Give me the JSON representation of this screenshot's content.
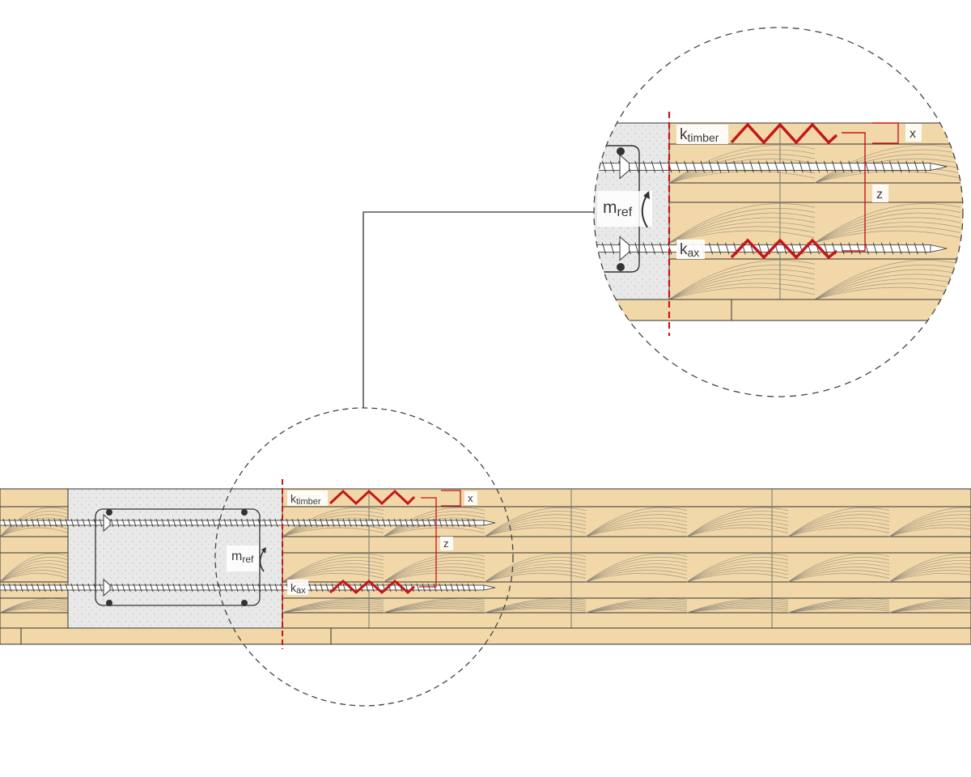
{
  "colors": {
    "timber": "#f2d8a8",
    "timber_dark": "#eccf98",
    "grain": "#8a8378",
    "steel_plate": "#e9e9e9",
    "screw": "#ffffff",
    "outline": "#333333",
    "spring_red": "#c4161c",
    "label_bg": "#ffffff"
  },
  "labels": {
    "k_timber_main": "k",
    "k_timber_sub": "timber",
    "k_ax_main": "k",
    "k_ax_sub": "ax",
    "m_ref_main": "m",
    "m_ref_sub": "ref",
    "x": "x",
    "z": "z"
  }
}
